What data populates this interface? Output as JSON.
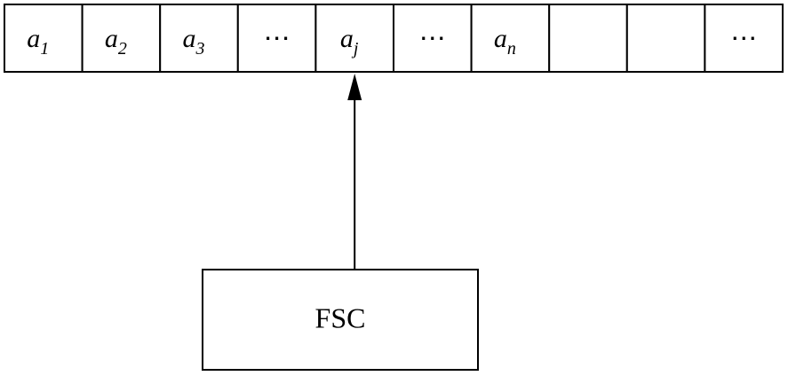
{
  "tape": {
    "cells": [
      {
        "base": "a",
        "sub": "1",
        "italic": true
      },
      {
        "base": "a",
        "sub": "2",
        "italic": true
      },
      {
        "base": "a",
        "sub": "3",
        "italic": true
      },
      {
        "base": "⋯",
        "sub": "",
        "italic": false
      },
      {
        "base": "a",
        "sub": "j",
        "italic": true
      },
      {
        "base": "⋯",
        "sub": "",
        "italic": false
      },
      {
        "base": "a",
        "sub": "n",
        "italic": true
      },
      {
        "base": "",
        "sub": "",
        "italic": false
      },
      {
        "base": "",
        "sub": "",
        "italic": false
      },
      {
        "base": "⋯",
        "sub": "",
        "italic": false
      }
    ]
  },
  "head_cell_index": 4,
  "control": {
    "label": "FSC"
  },
  "colors": {
    "stroke": "#000000",
    "background": "#ffffff"
  }
}
